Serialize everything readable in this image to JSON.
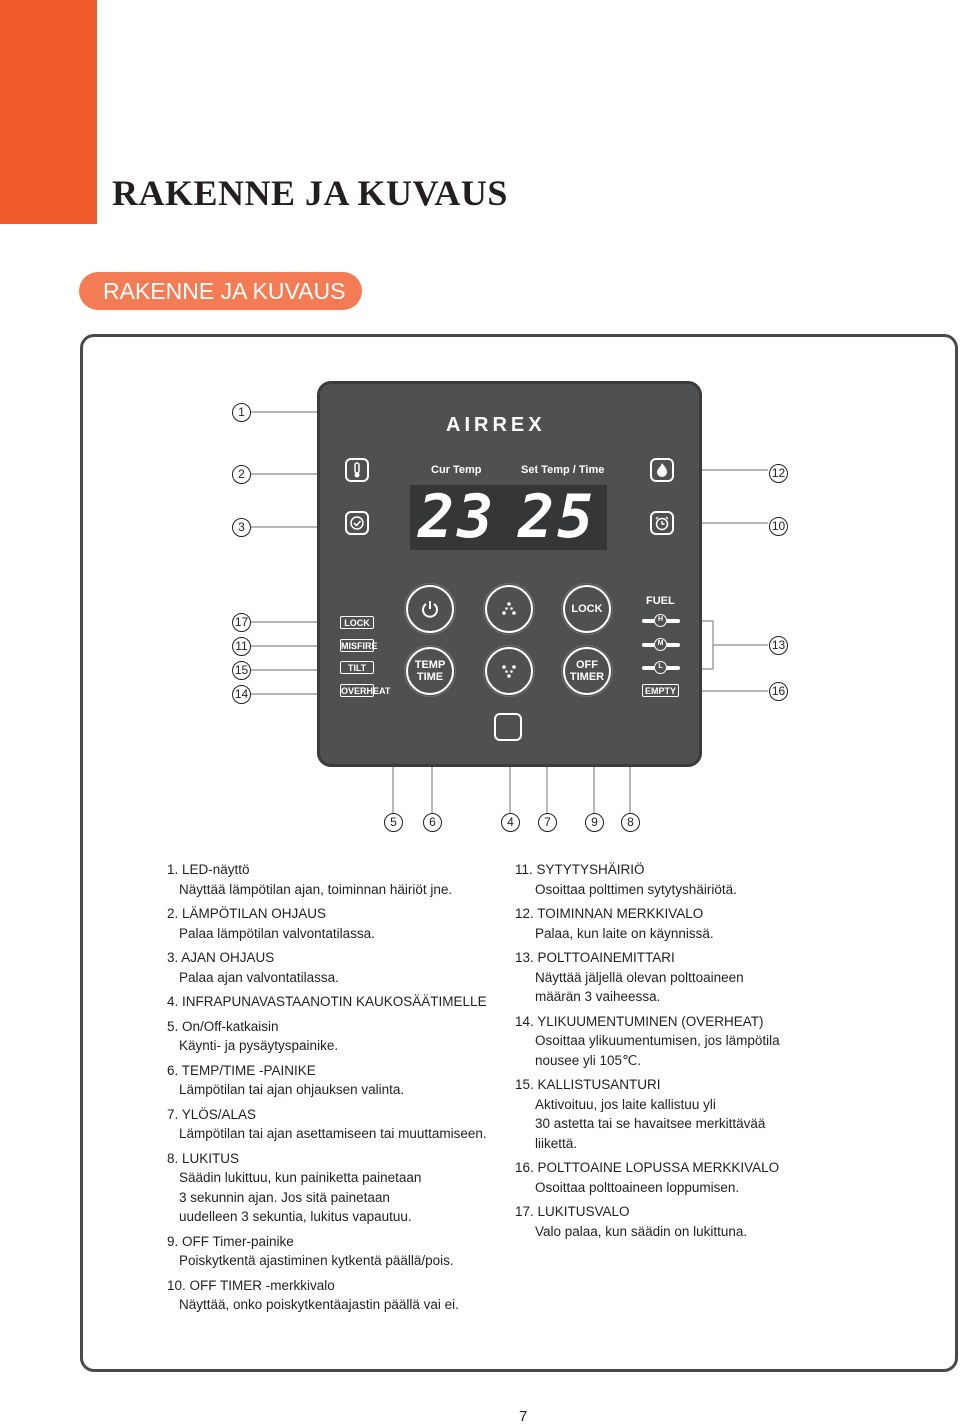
{
  "header": {
    "title": "RAKENNE JA KUVAUS",
    "section_pill": "RAKENNE JA KUVAUS"
  },
  "panel": {
    "brand": "AIRREX",
    "cur_temp_label": "Cur Temp",
    "set_temp_time_label": "Set Temp / Time",
    "display_left": "23",
    "display_right": "25",
    "status_labels": [
      "LOCK",
      "MISFIRE",
      "TILT",
      "OVERHEAT"
    ],
    "temp_time_button": [
      "TEMP",
      "TIME"
    ],
    "off_timer_button": [
      "OFF",
      "TIMER"
    ],
    "lock_button": "LOCK",
    "fuel_label": "FUEL",
    "fuel_levels": [
      "H",
      "M",
      "L"
    ],
    "empty_label": "EMPTY",
    "icons": {
      "thermometer": "thermometer-icon",
      "check": "check-icon",
      "flame": "flame-icon",
      "alarm": "alarm-clock-icon",
      "power": "power-icon",
      "up": "up-arrow-dots-icon",
      "down": "down-arrow-dots-icon",
      "sensor": "infrared-sensor-icon"
    }
  },
  "callouts": {
    "left": [
      "1",
      "2",
      "3",
      "17",
      "11",
      "15",
      "14"
    ],
    "right": [
      "12",
      "10",
      "13",
      "16"
    ],
    "bottom": [
      "5",
      "6",
      "4",
      "7",
      "9",
      "8"
    ]
  },
  "descriptions_left": [
    {
      "heading": "1. LED-näyttö",
      "body": [
        "Näyttää lämpötilan ajan, toiminnan häiriöt jne."
      ]
    },
    {
      "heading": "2. LÄMPÖTILAN OHJAUS",
      "body": [
        "Palaa lämpötilan valvontatilassa."
      ]
    },
    {
      "heading": "3. AJAN OHJAUS",
      "body": [
        "Palaa ajan valvontatilassa."
      ]
    },
    {
      "heading": "4. INFRAPUNAVASTAANOTIN KAUKOSÄÄTIMELLE",
      "body": []
    },
    {
      "heading": "5. On/Off-katkaisin",
      "body": [
        "Käynti- ja pysäytyspainike."
      ]
    },
    {
      "heading": "6. TEMP/TIME -PAINIKE",
      "body": [
        "Lämpötilan tai ajan ohjauksen valinta."
      ]
    },
    {
      "heading": "7. YLÖS/ALAS",
      "body": [
        "Lämpötilan tai ajan asettamiseen tai muuttamiseen."
      ]
    },
    {
      "heading": "8. LUKITUS",
      "body": [
        "Säädin lukittuu, kun painiketta painetaan",
        "3 sekunnin ajan. Jos sitä painetaan",
        "uudelleen 3 sekuntia, lukitus vapautuu."
      ]
    },
    {
      "heading": "9. OFF Timer-painike",
      "body": [
        "Poiskytkentä ajastiminen kytkentä päällä/pois."
      ]
    },
    {
      "heading": "10. OFF TIMER -merkkivalo",
      "body": [
        "Näyttää, onko poiskytkentäajastin päällä vai ei."
      ]
    }
  ],
  "descriptions_right": [
    {
      "heading": "11. SYTYTYSHÄIRIÖ",
      "body": [
        "Osoittaa polttimen sytytyshäiriötä."
      ]
    },
    {
      "heading": "12. TOIMINNAN MERKKIVALO",
      "body": [
        "Palaa, kun laite on käynnissä."
      ]
    },
    {
      "heading": "13. POLTTOAINEMITTARI",
      "body": [
        "Näyttää jäljellä olevan polttoaineen",
        "määrän 3 vaiheessa."
      ]
    },
    {
      "heading": "14. YLIKUUMENTUMINEN (OVERHEAT)",
      "body": [
        "Osoittaa ylikuumentumisen, jos lämpötila",
        "nousee yli 105℃."
      ]
    },
    {
      "heading": "15. KALLISTUSANTURI",
      "body": [
        "Aktivoituu, jos laite kallistuu yli",
        "30 astetta tai se havaitsee merkittävää",
        "liikettä."
      ]
    },
    {
      "heading": "16. POLTTOAINE LOPUSSA MERKKIVALO",
      "body": [
        "Osoittaa polttoaineen loppumisen."
      ]
    },
    {
      "heading": "17. LUKITUSVALO",
      "body": [
        "Valo palaa, kun säädin on lukittuna."
      ]
    }
  ],
  "page_number": "7",
  "colors": {
    "accent": "#f15a2b",
    "pill": "#f47c55",
    "panel": "#4f5052",
    "display": "#353638"
  }
}
